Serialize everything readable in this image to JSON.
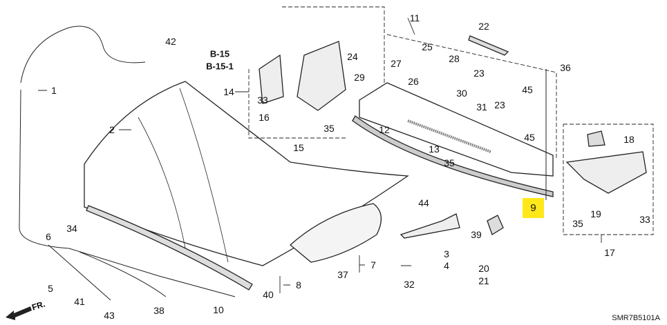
{
  "diagram": {
    "highlight_color": "#ffe81a",
    "highlighted_part": "9",
    "callouts": [
      "1",
      "2",
      "3",
      "4",
      "5",
      "6",
      "7",
      "8",
      "9",
      "10",
      "11",
      "12",
      "13",
      "14",
      "15",
      "16",
      "17",
      "18",
      "19",
      "20",
      "21",
      "22",
      "23",
      "23",
      "24",
      "25",
      "26",
      "27",
      "28",
      "29",
      "30",
      "31",
      "32",
      "33",
      "33",
      "34",
      "35",
      "35",
      "35",
      "36",
      "37",
      "38",
      "39",
      "40",
      "41",
      "42",
      "43",
      "44",
      "45",
      "45"
    ],
    "references": [
      "B-15",
      "B-15-1"
    ],
    "front_arrow": "FR.",
    "drawing_code": "SMR7B5101A"
  }
}
